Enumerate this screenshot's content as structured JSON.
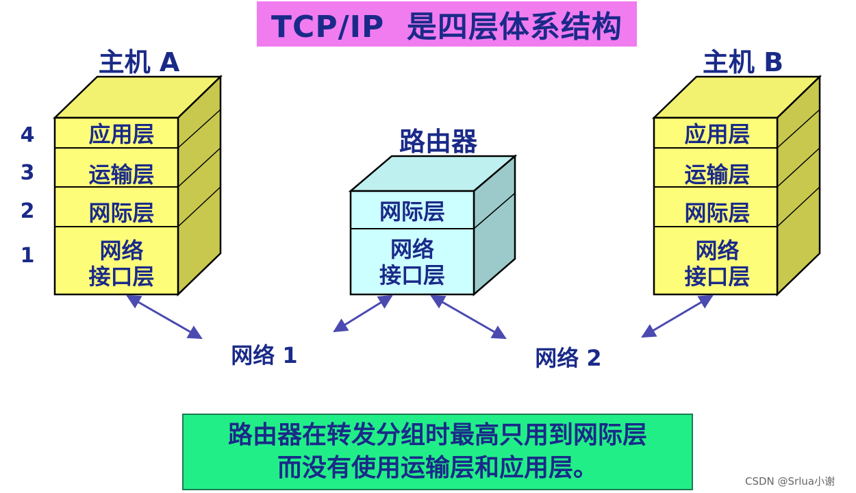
{
  "title": "TCP/IP  是四层体系结构",
  "host_a": {
    "label": "主机 A",
    "layers": [
      "应用层",
      "运输层",
      "网际层",
      "网络",
      "接口层"
    ]
  },
  "host_b": {
    "label": "主机 B",
    "layers": [
      "应用层",
      "运输层",
      "网际层",
      "网络",
      "接口层"
    ]
  },
  "router": {
    "label": "路由器",
    "layers": [
      "网际层",
      "网络",
      "接口层"
    ]
  },
  "layer_numbers": [
    "4",
    "3",
    "2",
    "1"
  ],
  "networks": [
    "网络 1",
    "网络 2"
  ],
  "note": {
    "line1": "路由器在转发分组时最高只用到网际层",
    "line2": "而没有使用运输层和应用层。"
  },
  "watermark": "CSDN @Srlua小谢",
  "colors": {
    "host_front": "#fdfd7a",
    "host_side": "#c8c84e",
    "host_top": "#f2f270",
    "router_front": "#ccffff",
    "router_side": "#9ccaca",
    "router_top": "#bff0f0",
    "text": "#1a2a88",
    "title_bg": "#f07cf0",
    "note_bg": "#22ee88",
    "arrow": "#4a4ab0"
  }
}
